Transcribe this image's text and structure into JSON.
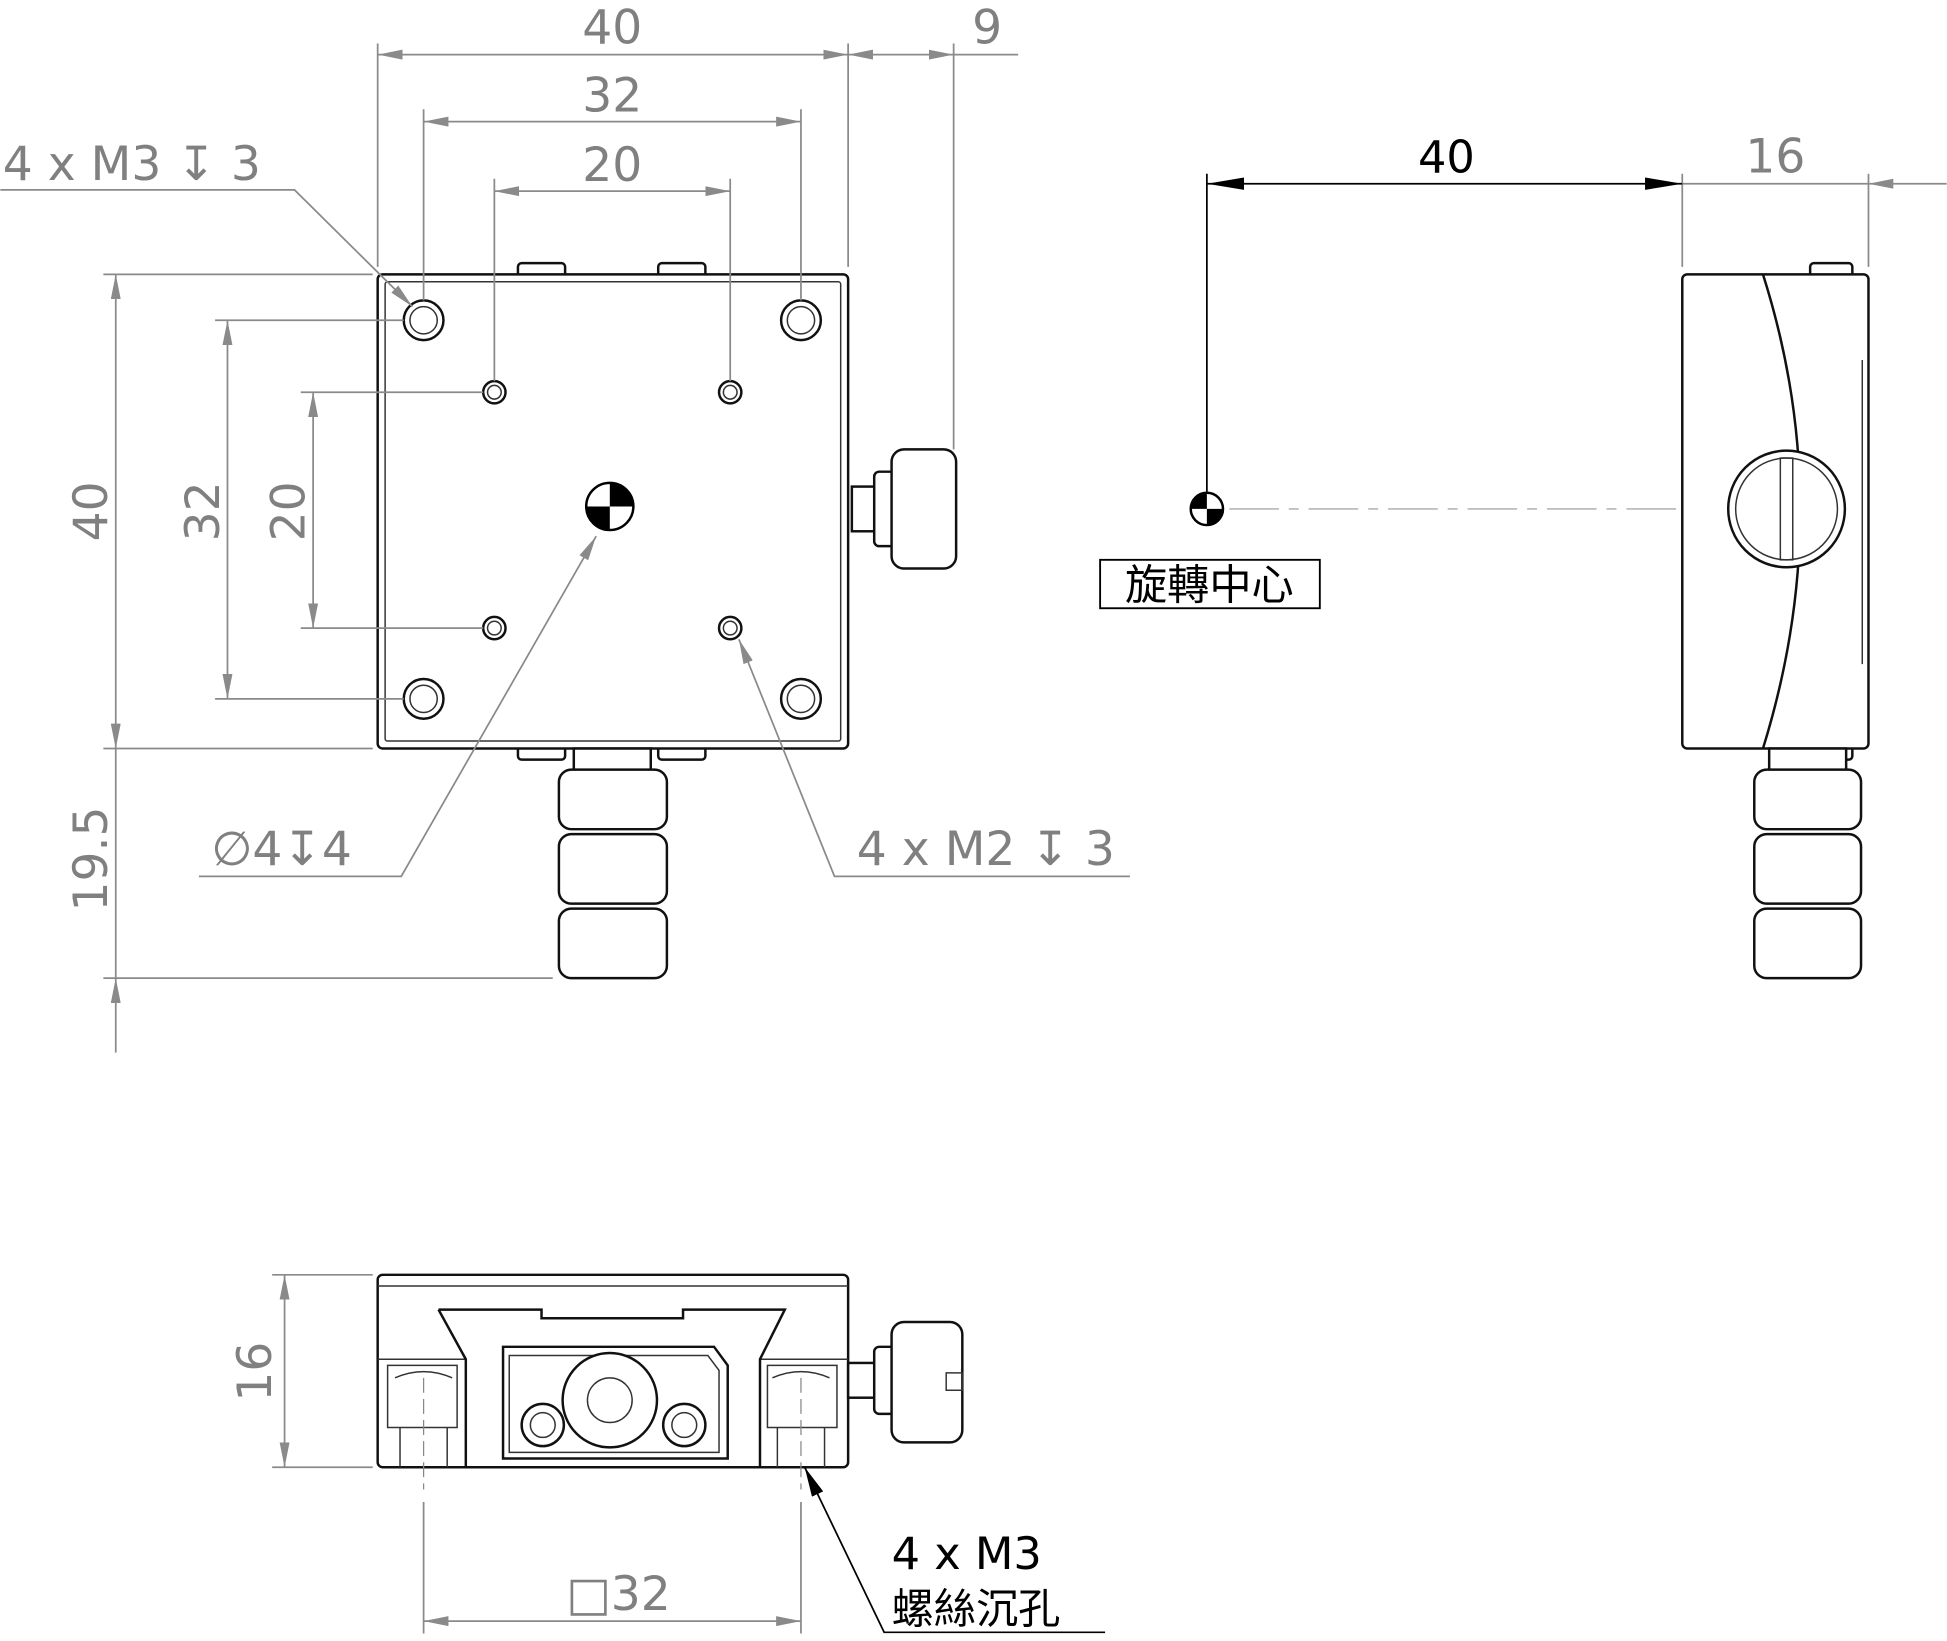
{
  "top_view": {
    "dims": {
      "width": "40",
      "knob_offset": "9",
      "m3_pitch": "32",
      "m2_pitch": "20",
      "height": "40",
      "m3_pitch_v": "32",
      "m2_pitch_v": "20",
      "knob_extent": "19.5"
    },
    "callouts": {
      "m3_holes": "4 x M3 ↧ 3",
      "center_hole": "∅4↧4",
      "m2_holes": "4 x M2 ↧ 3"
    }
  },
  "side_view": {
    "dims": {
      "center_distance": "40",
      "thickness": "16"
    },
    "rotation_center_label": "旋轉中心"
  },
  "front_view": {
    "dims": {
      "height": "16",
      "mount_square": "□32"
    },
    "callout_line1": "4 x M3",
    "callout_line2": "螺絲沉孔"
  },
  "colors": {
    "dimension": "#808080",
    "outline": "#111111"
  }
}
